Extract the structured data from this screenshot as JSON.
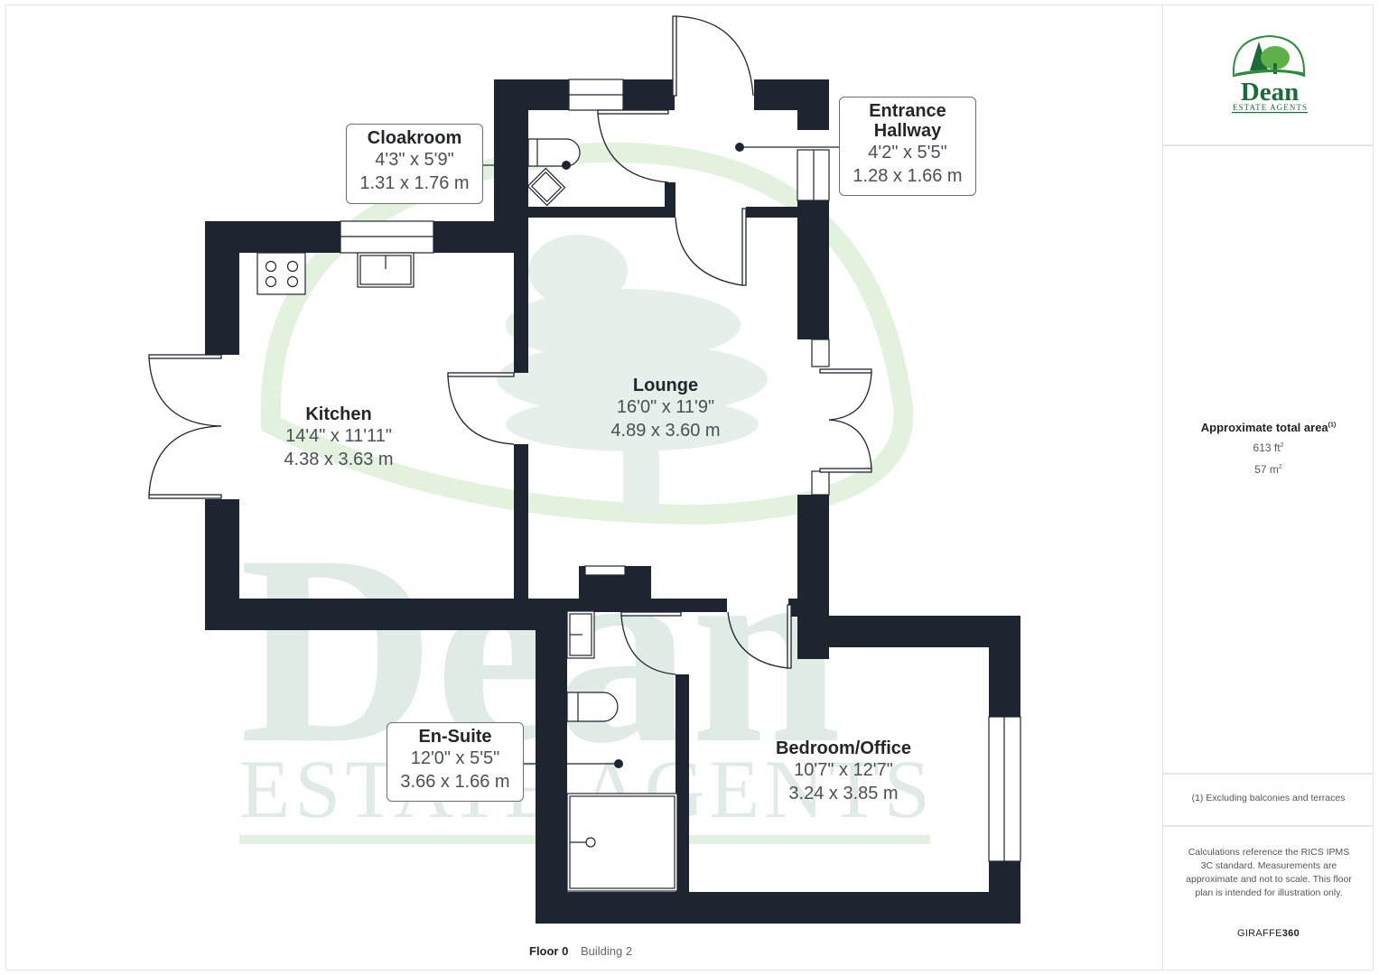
{
  "branding": {
    "logo_name": "Dean",
    "logo_tagline": "ESTATE AGENTS",
    "watermark_name": "Dean",
    "watermark_tagline": "ESTATE AGENTS",
    "colors": {
      "wall": "#1e2430",
      "logo_green": "#1d6b3a",
      "logo_light_green": "#5fb04a",
      "watermark_green": "#dcefd9",
      "watermark_text": "#e1ebe6",
      "label_border": "#6b6e73"
    }
  },
  "rooms": [
    {
      "id": "cloakroom",
      "name": "Cloakroom",
      "imperial": "4'3\" x 5'9\"",
      "metric": "1.31 x 1.76 m",
      "boxed": true
    },
    {
      "id": "entrance-hallway",
      "name": "Entrance Hallway",
      "name_line1": "Entrance",
      "name_line2": "Hallway",
      "imperial": "4'2\" x 5'5\"",
      "metric": "1.28 x 1.66 m",
      "boxed": true
    },
    {
      "id": "kitchen",
      "name": "Kitchen",
      "imperial": "14'4\" x 11'11\"",
      "metric": "4.38 x 3.63 m",
      "boxed": false
    },
    {
      "id": "lounge",
      "name": "Lounge",
      "imperial": "16'0\" x 11'9\"",
      "metric": "4.89 x 3.60 m",
      "boxed": false
    },
    {
      "id": "en-suite",
      "name": "En-Suite",
      "imperial": "12'0\" x 5'5\"",
      "metric": "3.66 x 1.66 m",
      "boxed": true
    },
    {
      "id": "bedroom-office",
      "name": "Bedroom/Office",
      "imperial": "10'7\" x 12'7\"",
      "metric": "3.24 x 3.85 m",
      "boxed": false
    }
  ],
  "sidebar": {
    "area_title": "Approximate total area",
    "area_footnote_marker": "(1)",
    "area_sqft_value": "613 ft",
    "area_sqft_sup": "2",
    "area_sqm_value": "57 m",
    "area_sqm_sup": "2",
    "footnote": "(1) Excluding balconies and terraces",
    "disclaimer": "Calculations reference the RICS IPMS 3C standard. Measurements are approximate and not to scale. This floor plan is intended for illustration only.",
    "brand_light": "GIRAFFE",
    "brand_bold": "360"
  },
  "footer": {
    "floor": "Floor 0",
    "building": "Building 2"
  }
}
